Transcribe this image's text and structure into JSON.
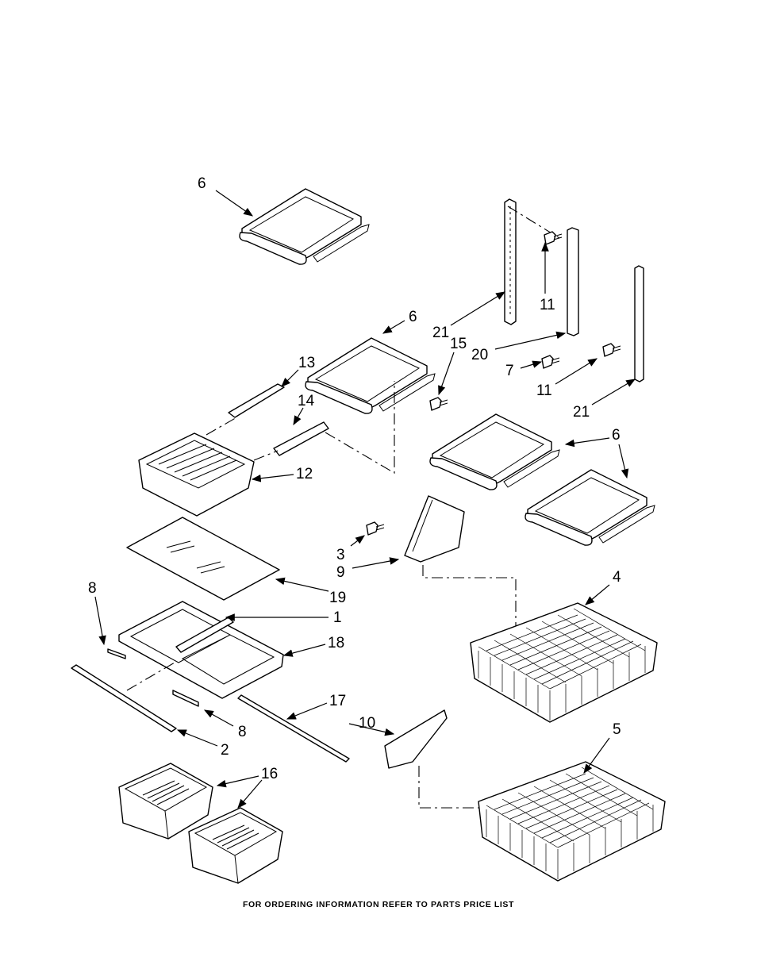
{
  "diagram": {
    "callouts": {
      "shelf_top": "6",
      "shelf_mid": "6",
      "shelf_right": "6",
      "slide_left": "13",
      "slide_right": "14",
      "screw_15": "15",
      "rail_21_left": "21",
      "screw_11_top": "11",
      "rail_20": "20",
      "screw_7": "7",
      "screw_11_bottom": "11",
      "rail_21_right": "21",
      "crisper_drawer": "12",
      "screw_3": "3",
      "bracket_9": "9",
      "glass_19": "19",
      "basket_4": "4",
      "slide_8_top": "8",
      "cover_1": "1",
      "frame_18": "18",
      "rod_17": "17",
      "divider_10": "10",
      "slide_8_bottom": "8",
      "trim_2": "2",
      "basket_5": "5",
      "bins_16": "16"
    },
    "footer": "FOR ORDERING INFORMATION REFER TO PARTS PRICE LIST"
  }
}
